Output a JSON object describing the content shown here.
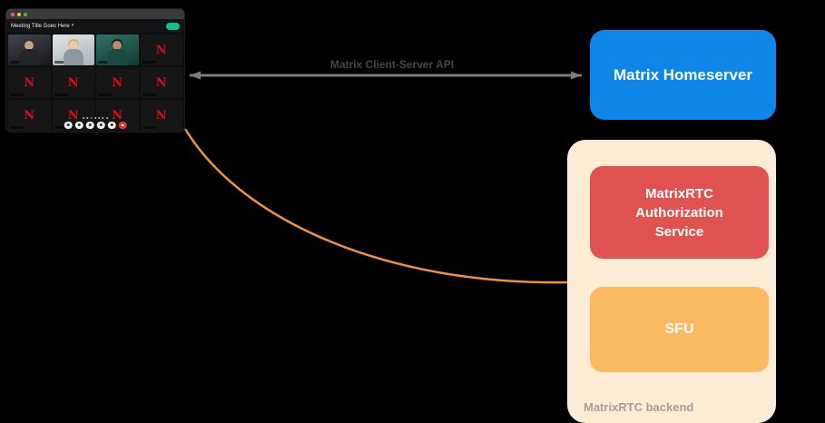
{
  "canvas": {
    "background": "#000000"
  },
  "client_window": {
    "title": "Meeting Title Goes Here",
    "title_chevron": "▾",
    "participants_letter": "N",
    "netflix_red": "#e50914",
    "accent_green": "#0dbd8b"
  },
  "api_arrow": {
    "label": "Matrix Client-Server API",
    "line_color": "#7d7d7d",
    "label_color": "#474747"
  },
  "homeserver": {
    "label": "Matrix Homeserver",
    "fill": "#0d86e8",
    "text_color": "#ffffff"
  },
  "backend": {
    "caption": "MatrixRTC backend",
    "caption_color": "#a3a09a",
    "fill": "#fcebd5",
    "auth_service": {
      "label": "MatrixRTC Authorization Service",
      "fill": "#df524f"
    },
    "sfu": {
      "label": "SFU",
      "fill": "#fbba61"
    }
  },
  "media_curve": {
    "color": "#f2923d"
  }
}
